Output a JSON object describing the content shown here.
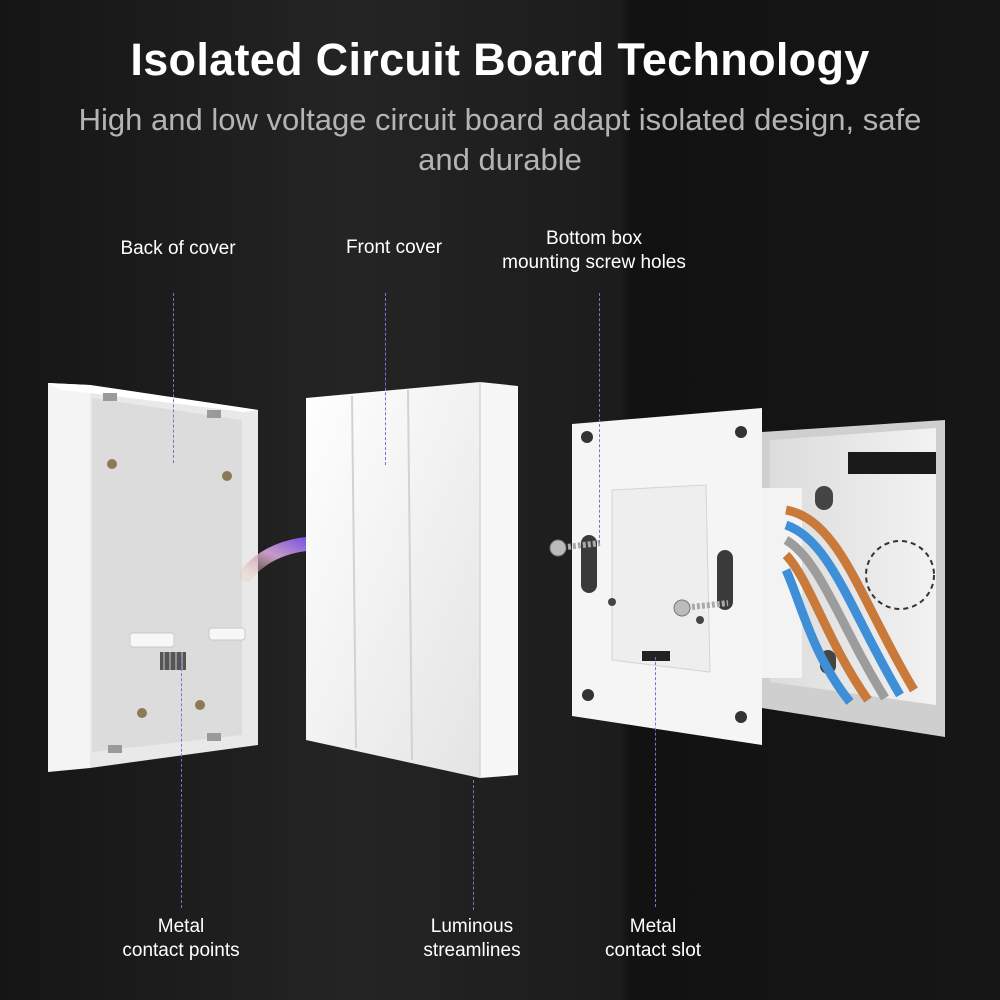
{
  "header": {
    "title": "Isolated Circuit Board Technology",
    "subtitle": "High and low voltage circuit board adapt isolated design, safe and durable"
  },
  "callouts": {
    "back_of_cover": "Back of cover",
    "front_cover": "Front cover",
    "screw_holes": "Bottom box\nmounting screw holes",
    "metal_contact_points": "Metal\ncontact points",
    "luminous_streamlines": "Luminous\nstreamlines",
    "metal_contact_slot": "Metal\ncontact slot"
  },
  "colors": {
    "guide_line": "#7c6fd4",
    "arrow_start": "#e7b8a6",
    "arrow_end": "#7a52e0",
    "wire_orange": "#c97a3a",
    "wire_blue": "#3f8fd8",
    "wire_gray": "#9c9c9c"
  },
  "icons": {
    "transition_arrow": "curved-arrow-icon",
    "screws": "screw-icon"
  }
}
